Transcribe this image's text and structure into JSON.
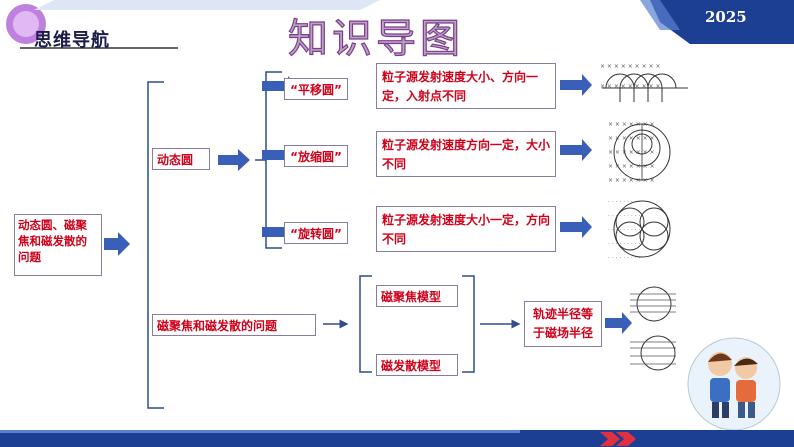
{
  "header": {
    "section_label": "思维导航",
    "title": "知识导图",
    "year": "2025"
  },
  "colors": {
    "accent_red": "#d0021b",
    "arrow_blue": "#3a5fb8",
    "bracket_blue": "#2f4d8f",
    "box_border": "#8a7aa8",
    "header_blue": "#1c3f94"
  },
  "nodes": {
    "root": "动态圆、磁聚焦和磁发散的问题",
    "dynamic_circle": "动态圆",
    "focus_divergence": "磁聚焦和磁发散的问题",
    "translation_circle": "“平移圆”",
    "translation_desc": "粒子源发射速度大小、方向一定，入射点不同",
    "scaling_circle": "“放缩圆”",
    "scaling_desc": "粒子源发射速度方向一定，大小不同",
    "rotation_circle": "“旋转圆”",
    "rotation_desc": "粒子源发射速度大小一定，方向不同",
    "focus_model": "磁聚焦模型",
    "divergence_model": "磁发散模型",
    "radius_equal": "轨迹半径等于磁场半径"
  }
}
